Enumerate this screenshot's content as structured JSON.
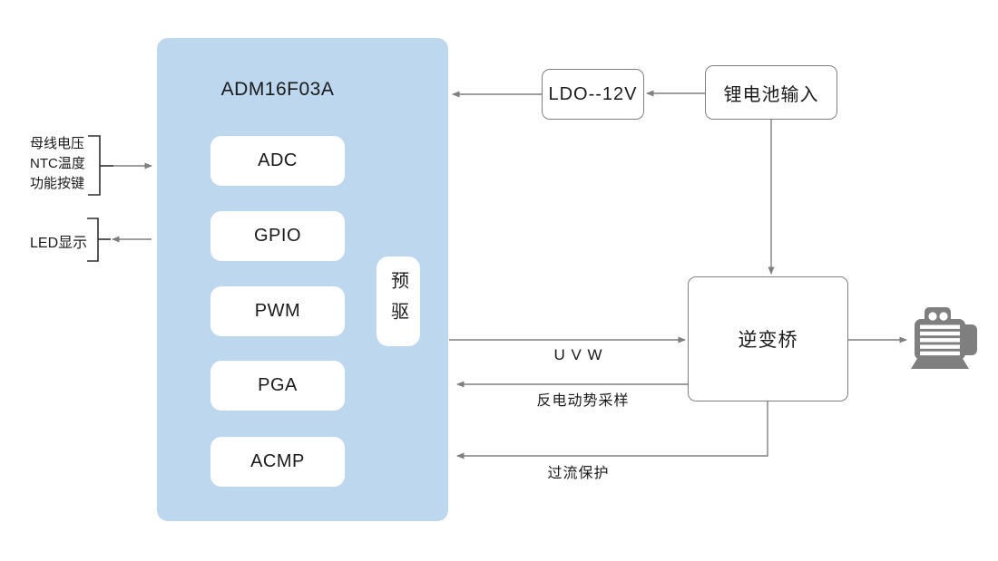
{
  "diagram": {
    "chip": {
      "title": "ADM16F03A",
      "blocks": [
        "ADC",
        "GPIO",
        "PWM",
        "PGA",
        "ACMP"
      ],
      "predriver_label": "预驱"
    },
    "left_io": {
      "inputs": [
        "母线电压",
        "NTC温度",
        "功能按键"
      ],
      "output": "LED显示"
    },
    "power": {
      "ldo_label": "LDO--12V",
      "battery_label": "锂电池输入"
    },
    "inverter_label": "逆变桥",
    "wire_labels": {
      "uvw": "U V W",
      "back_emf": "反电动势采样",
      "overcurrent": "过流保护"
    },
    "icons": {
      "motor": "motor-icon"
    },
    "colors": {
      "chip_fill": "#bdd7ee",
      "box_border": "#7f7f7f",
      "wire": "#7f7f7f",
      "bracket": "#2e2e2e",
      "motor": "#7f7f7f",
      "text": "#1a1a1a"
    }
  }
}
